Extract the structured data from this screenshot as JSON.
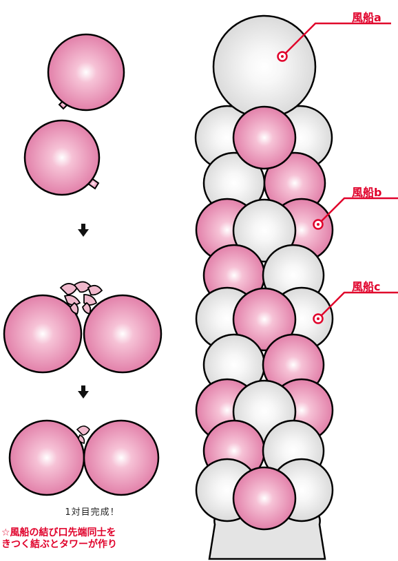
{
  "caption": "1対目完成！",
  "note_line1": "☆風船の結び口先端同士を",
  "note_line2": "きつく結ぶとタワーが作り",
  "labels": {
    "a": "風船a",
    "b": "風船b",
    "c": "風船c"
  },
  "colors": {
    "pink": "#e17aa6",
    "white": "#e8e8e8",
    "accent": "#e0002a"
  }
}
